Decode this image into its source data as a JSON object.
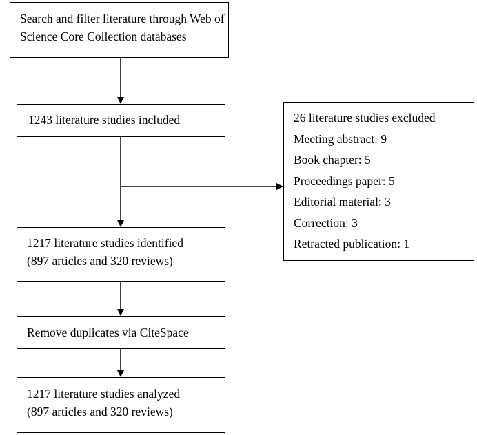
{
  "boxes": {
    "search": {
      "line1": "Search and filter literature through Web of",
      "line2": "Science Core Collection databases"
    },
    "included": {
      "text": "1243 literature studies included"
    },
    "excluded": {
      "title": "26 literature studies excluded",
      "items": [
        "Meeting abstract: 9",
        "Book chapter: 5",
        "Proceedings paper: 5",
        "Editorial material: 3",
        "Correction: 3",
        "Retracted publication: 1"
      ]
    },
    "identified": {
      "line1": "1217 literature studies identified",
      "line2": "(897 articles and 320 reviews)"
    },
    "remove": {
      "text": "Remove duplicates via CiteSpace"
    },
    "analyzed": {
      "line1": "1217 literature studies analyzed",
      "line2": "(897 articles and 320 reviews)"
    }
  },
  "colors": {
    "stroke": "#000000",
    "background": "#ffffff"
  }
}
